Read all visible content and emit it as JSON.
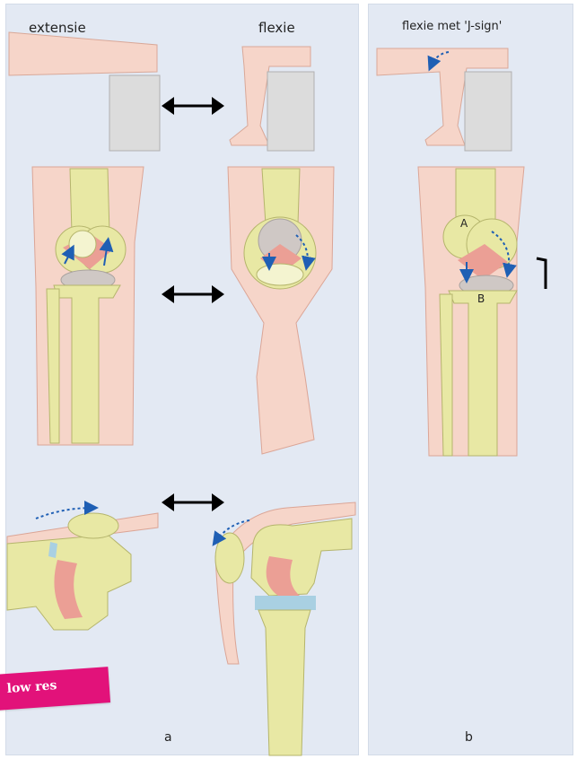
{
  "labels": {
    "extension": "extensie",
    "flexion": "flexie",
    "flexion_j_sign": "flexie met 'J-sign'",
    "part_a": "a",
    "part_b": "b",
    "marker_a": "A",
    "marker_b": "B"
  },
  "badge": {
    "text": "low res"
  },
  "colors": {
    "panel_bg": "#e3e9f3",
    "skin": "#f6d5c9",
    "bone": "#e8e8a4",
    "cartilage_pink": "#eb9f95",
    "meniscus_gray": "#cfc8c5",
    "arrow_blue": "#1f5fb4",
    "badge": "#e2127a"
  }
}
